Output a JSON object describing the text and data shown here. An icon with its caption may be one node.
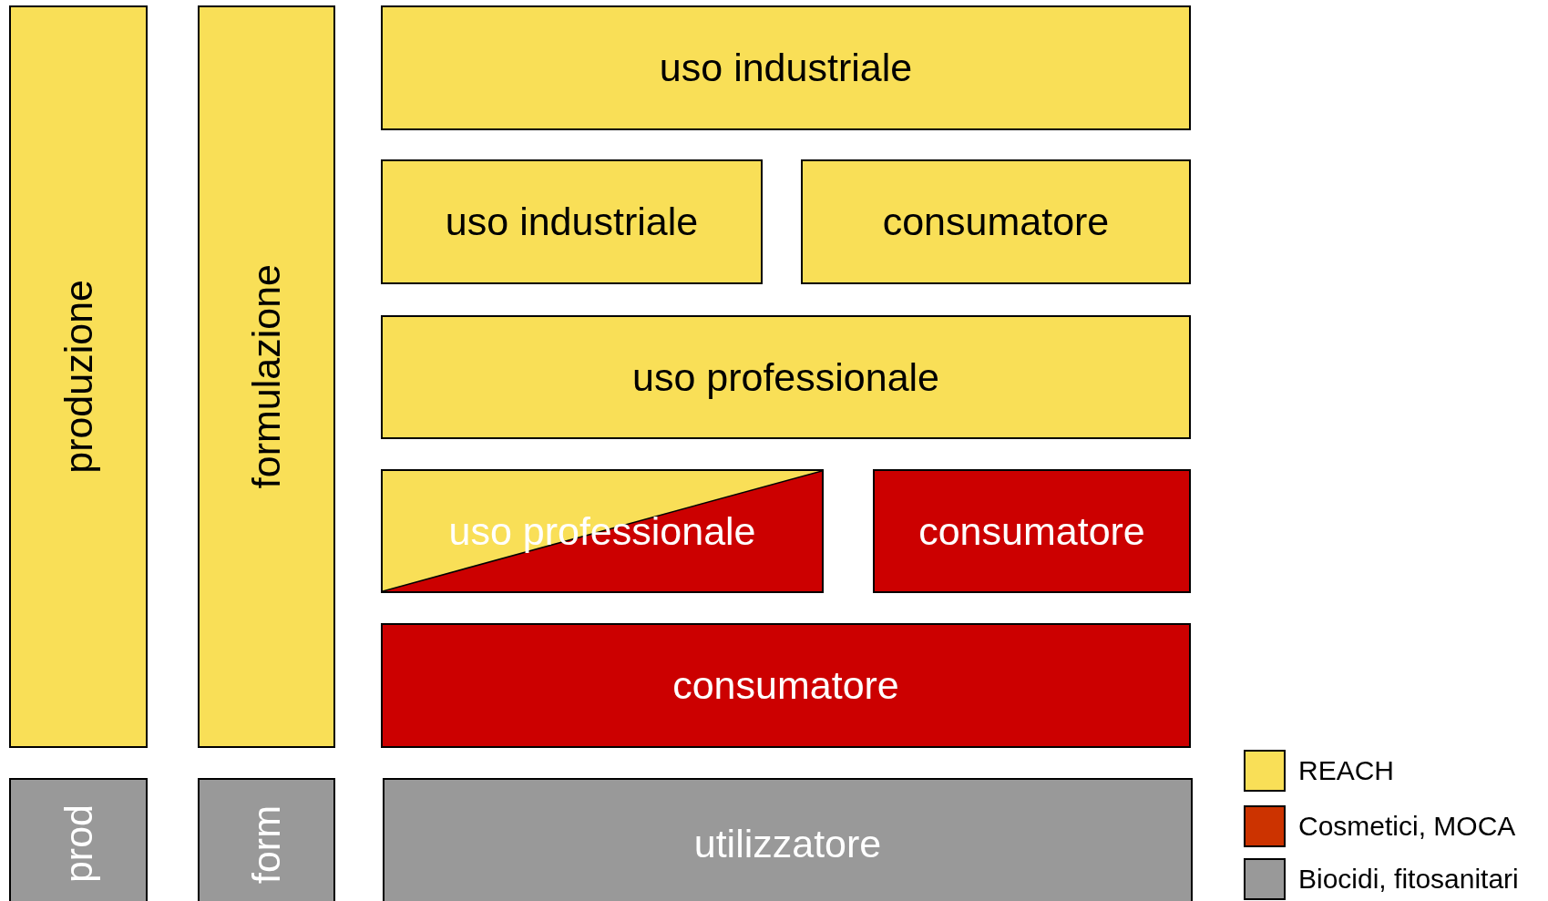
{
  "diagram": {
    "nodes": [
      {
        "text": [
          "produzione"
        ]
      },
      {
        "text": [
          "formulazione"
        ]
      },
      {
        "text": [
          "uso industriale"
        ]
      },
      {
        "text": [
          "uso industriale"
        ]
      },
      {
        "text": [
          "consumatore"
        ]
      },
      {
        "text": [
          "uso professionale"
        ]
      },
      {
        "text": [
          "uso professionale"
        ]
      },
      {
        "text": [
          "consumatore"
        ]
      },
      {
        "text": [
          "consumatore"
        ]
      },
      {
        "text": [
          "prod"
        ]
      },
      {
        "text": [
          "form"
        ]
      },
      {
        "text": [
          "utilizzatore"
        ]
      }
    ],
    "legend": [
      {
        "text": "REACH",
        "color": "#f9df57"
      },
      {
        "text": "Cosmetici, MOCA",
        "color": "#cc3300"
      },
      {
        "text": "Biocidi, fitosanitari",
        "color": "#999999"
      }
    ]
  }
}
